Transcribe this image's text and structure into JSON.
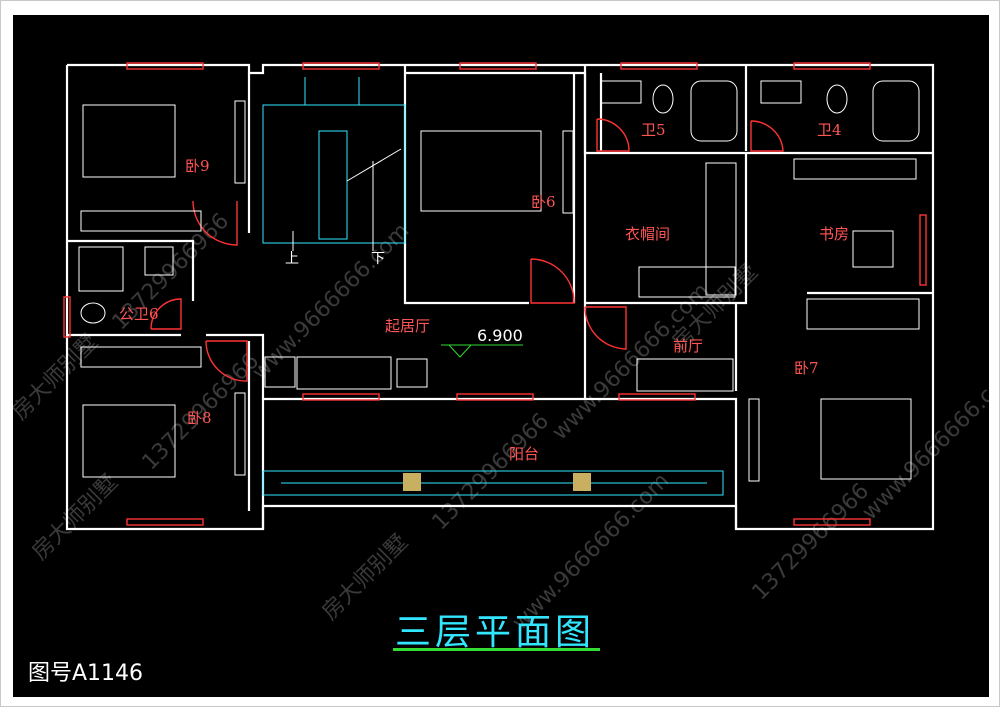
{
  "plan": {
    "title": "三层平面图",
    "drawing_number": "图号A1146",
    "elevation": "6.900",
    "stair_labels": {
      "up": "上",
      "down": "下"
    },
    "rooms": {
      "bedroom_9": "卧9",
      "bedroom_6": "卧6",
      "bedroom_8": "卧8",
      "bedroom_7": "卧7",
      "bath_5": "卫5",
      "bath_4": "卫4",
      "public_bath_6": "公卫6",
      "closet": "衣帽间",
      "study": "书房",
      "living_room": "起居厅",
      "front_hall": "前厅",
      "balcony": "阳台"
    },
    "watermarks": [
      "房大师别墅",
      "13729966966",
      "www.9666666.com"
    ]
  },
  "colors": {
    "background": "#000000",
    "wall": "#ffffff",
    "window": "#ff3333",
    "door": "#ff3333",
    "room_label": "#ff5555",
    "title": "#33e6ff",
    "underline": "#33dd33",
    "stair": "#33e6ff",
    "elevation_marker": "#33dd33"
  }
}
